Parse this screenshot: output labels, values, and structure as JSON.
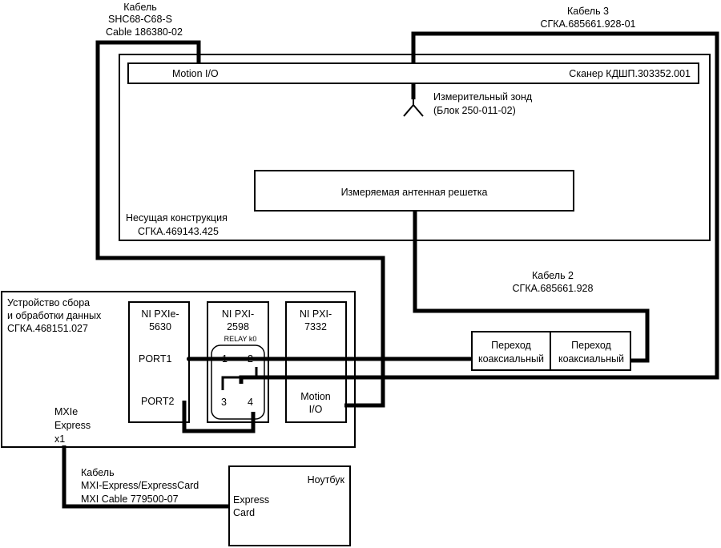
{
  "cables": {
    "shc68": [
      "Кабель",
      "SHC68-C68-S",
      "Cable 186380-02"
    ],
    "cable3": [
      "Кабель 3",
      "СГКА.685661.928-01"
    ],
    "cable2": [
      "Кабель 2",
      "СГКА.685661.928"
    ],
    "mxi": [
      "Кабель",
      "MXI-Express/ExpressCard",
      "MXI Cable 779500-07"
    ]
  },
  "scanner": {
    "motion_io": "Motion I/O",
    "name": "Сканер КДШП.303352.001"
  },
  "probe": [
    "Измерительный зонд",
    "(Блок 250-011-02)"
  ],
  "antenna": "Измеряемая антенная решетка",
  "frame": [
    "Несущая конструкция",
    "СГКА.469143.425"
  ],
  "daq": {
    "title": [
      "Устройство сбора",
      "и обработки данных",
      "СГКА.468151.027"
    ],
    "mxie": [
      "MXIe",
      "Express",
      "x1"
    ],
    "pxie5630": {
      "title": [
        "NI PXIe-",
        "5630"
      ],
      "port1": "PORT1",
      "port2": "PORT2"
    },
    "pxi2598": {
      "title": [
        "NI PXI-",
        "2598"
      ],
      "relay": "RELAY k0",
      "pins": [
        "1",
        "2",
        "3",
        "4"
      ]
    },
    "pxi7332": {
      "title": [
        "NI PXI-",
        "7332"
      ],
      "motion": [
        "Motion",
        "I/O"
      ]
    }
  },
  "adapters": [
    [
      "Переход",
      "коаксиальный"
    ],
    [
      "Переход",
      "коаксиальный"
    ]
  ],
  "laptop": {
    "title": "Ноутбук",
    "slot": [
      "Express",
      "Card"
    ]
  }
}
